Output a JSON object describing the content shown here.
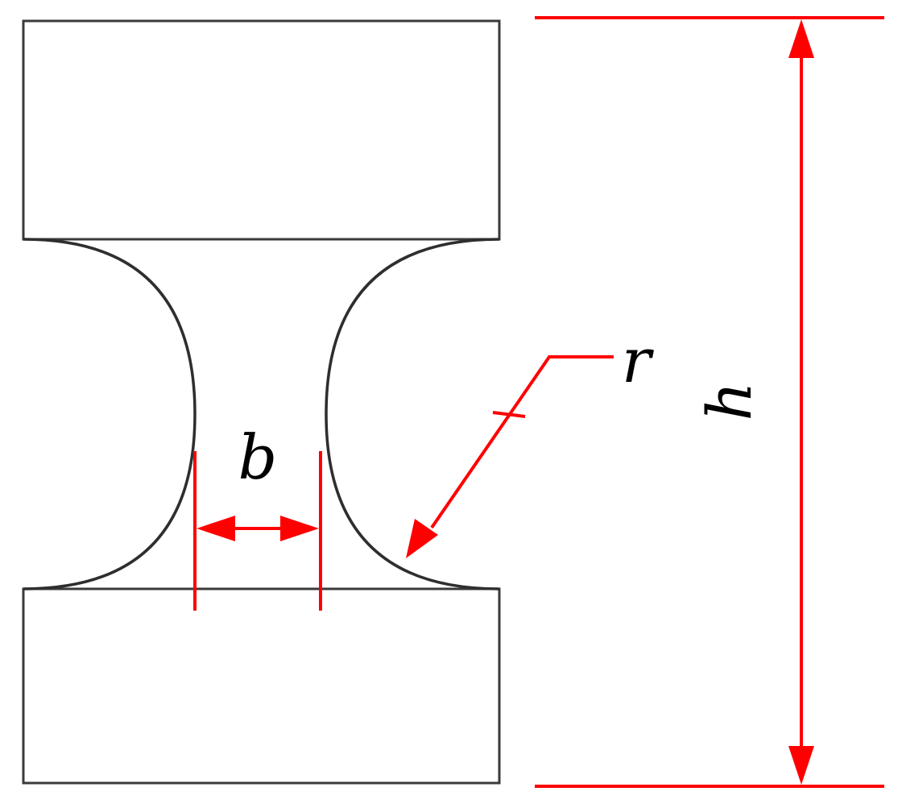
{
  "labels": {
    "width": "b",
    "radius": "r",
    "height": "h"
  },
  "colors": {
    "dimension": "#ff0000",
    "outline": "#3a3a3a",
    "text": "#000000"
  }
}
